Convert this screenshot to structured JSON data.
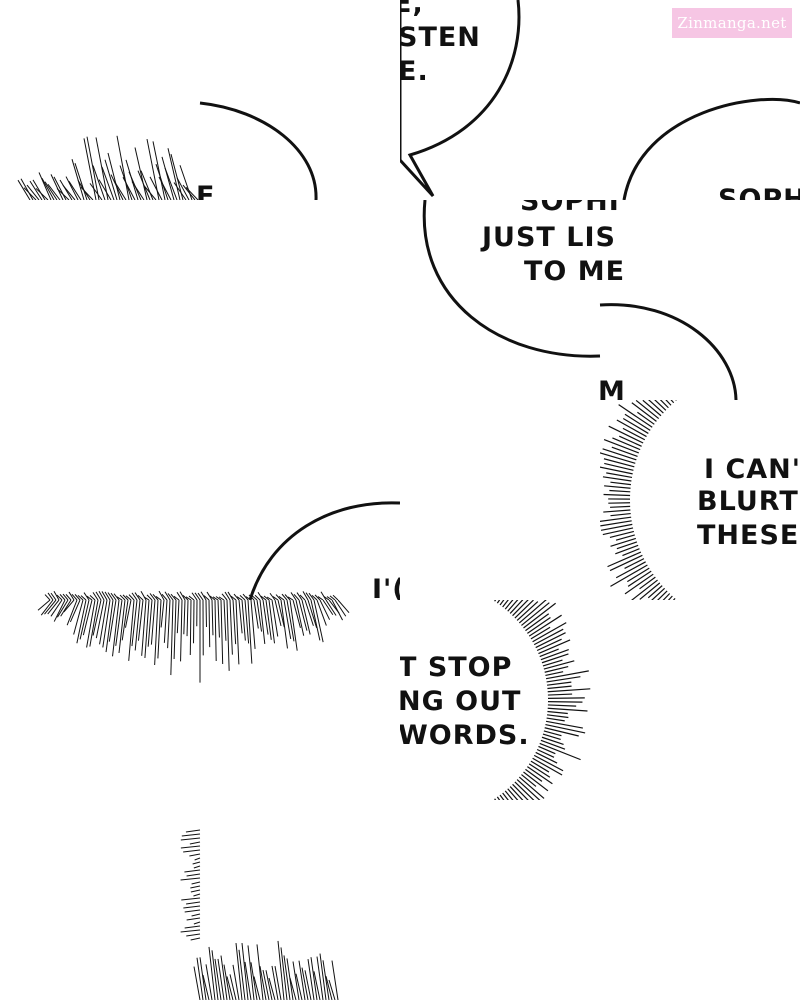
{
  "watermark": "Zinmanga.net",
  "panels": {
    "top_middle": {
      "lines": [
        "E,",
        "STEN",
        "E."
      ]
    },
    "top_left_fragment": {
      "lines": [
        "E"
      ]
    },
    "sophie_middle": {
      "lines": [
        "SOPHI",
        "JUST LIS",
        "TO ME"
      ]
    },
    "sophie_right": {
      "lines": [
        "SOPHI"
      ]
    },
    "right_fragment": {
      "lines": [
        "M"
      ]
    },
    "cant_stop_right": {
      "lines": [
        "I CAN'T",
        "BLURTIN",
        "THESE"
      ]
    },
    "cant_stop_center": {
      "lines": [
        "T STOP",
        "NG OUT",
        "WORDS."
      ]
    },
    "im_fragment": {
      "lines": [
        "I'("
      ]
    }
  },
  "colors": {
    "ink": "#111111",
    "paper": "#ffffff",
    "watermark_bg": "#f6c6e4"
  }
}
